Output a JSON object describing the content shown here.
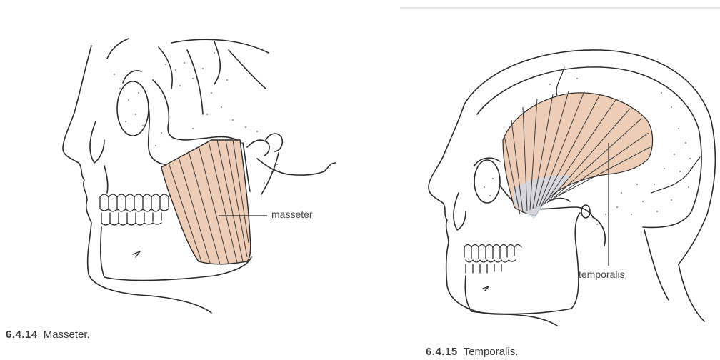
{
  "figures": [
    {
      "number": "6.4.14",
      "caption": "Masseter.",
      "label": "masseter"
    },
    {
      "number": "6.4.15",
      "caption": "Temporalis.",
      "label": "temporalis"
    }
  ],
  "colors": {
    "muscle": "#edcdb6",
    "line": "#2a2a2a",
    "stipple": "#5a5a5a",
    "fiber": "#3a3a3a"
  }
}
